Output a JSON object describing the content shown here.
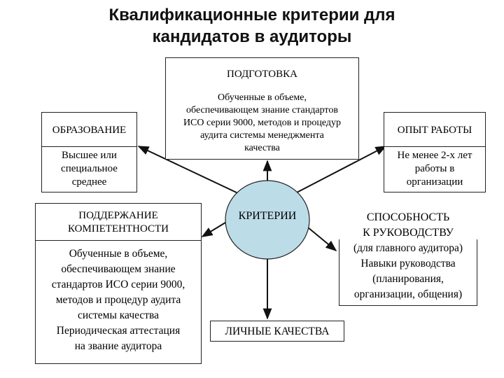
{
  "title": {
    "line1": "Квалификационные критерии для",
    "line2": "кандидатов в аудиторы"
  },
  "center": {
    "label": "КРИТЕРИИ"
  },
  "training": {
    "header": "ПОДГОТОВКА",
    "lines": [
      "Обученные в объеме,",
      "обеспечивающем знание стандартов",
      "ИСО серии 9000, методов  и процедур",
      "аудита системы менеджмента",
      "качества"
    ]
  },
  "education": {
    "header": "ОБРАЗОВАНИЕ",
    "lines": [
      "Высшее или",
      "специальное",
      "среднее"
    ]
  },
  "experience": {
    "header": "ОПЫТ РАБОТЫ",
    "lines": [
      "Не менее 2-х лет",
      "работы в",
      "организации"
    ]
  },
  "competence": {
    "header_lines": [
      "ПОДДЕРЖАНИЕ",
      "КОМПЕТЕНТНОСТИ"
    ],
    "lines": [
      "Обученные в объеме,",
      "обеспечивающем знание",
      "стандартов ИСО серии 9000,",
      "методов  и процедур аудита",
      "системы качества",
      "Периодическая аттестация",
      "на звание аудитора"
    ]
  },
  "leadership": {
    "header_lines": [
      "СПОСОБНОСТЬ",
      "К РУКОВОДСТВУ"
    ],
    "lines": [
      "(для главного аудитора)",
      "Навыки руководства",
      "(планирования,",
      "организации, общения)"
    ]
  },
  "personal": {
    "label": "ЛИЧНЫЕ КАЧЕСТВА"
  }
}
